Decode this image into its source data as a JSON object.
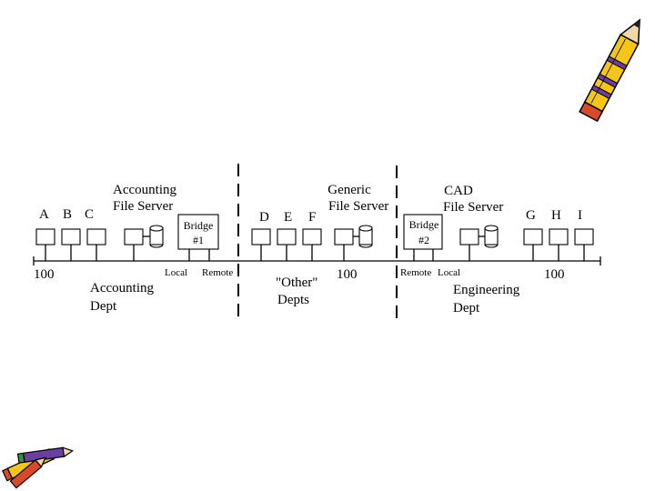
{
  "labels": {
    "station_a": "A",
    "station_b": "B",
    "station_c": "C",
    "station_d": "D",
    "station_e": "E",
    "station_f": "F",
    "station_g": "G",
    "station_h": "H",
    "station_i": "I",
    "accounting_server_line1": "Accounting",
    "accounting_server_line2": "File Server",
    "generic_server_line1": "Generic",
    "generic_server_line2": "File Server",
    "cad_server_line1": "CAD",
    "cad_server_line2": "File Server",
    "bridge1_line1": "Bridge",
    "bridge1_line2": "#1",
    "bridge2_line1": "Bridge",
    "bridge2_line2": "#2",
    "speed_left": "100",
    "speed_middle": "100",
    "speed_right": "100",
    "bridge1_local": "Local",
    "bridge1_remote": "Remote",
    "bridge2_remote": "Remote",
    "bridge2_local": "Local",
    "dept_accounting_line1": "Accounting",
    "dept_accounting_line2": "Dept",
    "dept_other_line1": "\"Other\"",
    "dept_other_line2": "Depts",
    "dept_engineering_line1": "Engineering",
    "dept_engineering_line2": "Dept"
  },
  "icons": {
    "top_right": "pencil-icon",
    "bottom_left": "pencils-icon"
  },
  "colors": {
    "pencil_body": "#f5c518",
    "pencil_stripe": "#6a3fa0",
    "pencil_tip": "#d94a2b"
  }
}
